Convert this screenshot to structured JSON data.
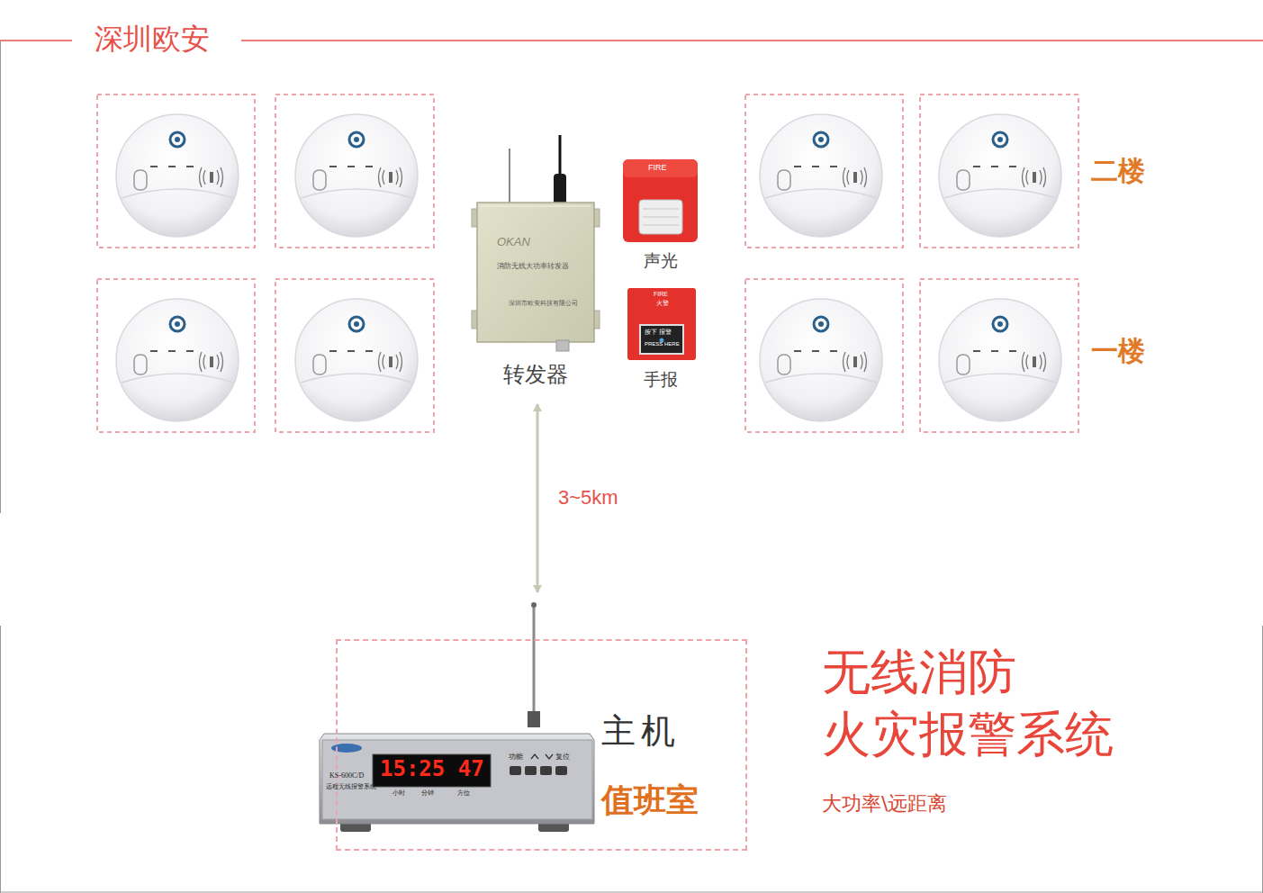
{
  "diagram": {
    "title": "无线消防 火灾报警系统",
    "caption": "大功率\\远距离",
    "nodes": [
      {
        "text": [
          "转发器"
        ]
      },
      {
        "text": [
          "声光"
        ]
      },
      {
        "text": [
          "手报"
        ]
      },
      {
        "text": [
          "主机",
          "值班室"
        ]
      }
    ],
    "edges": [
      {
        "from": 0,
        "to": 3,
        "arrow": "both",
        "label": "3~5km"
      }
    ],
    "labels": [
      "深圳欧安",
      "二楼",
      "一楼",
      "OKAN",
      "消防无线大功率转发器",
      "深圳市欧安科技有限公司",
      "FIRE",
      "FIRE",
      "火警",
      "按下 报警",
      "PRESS HERE",
      "15:25 47",
      "KS-600C/D",
      "远程无线报警系统",
      "功能",
      "复位",
      "小时",
      "分钟",
      "方位"
    ]
  }
}
